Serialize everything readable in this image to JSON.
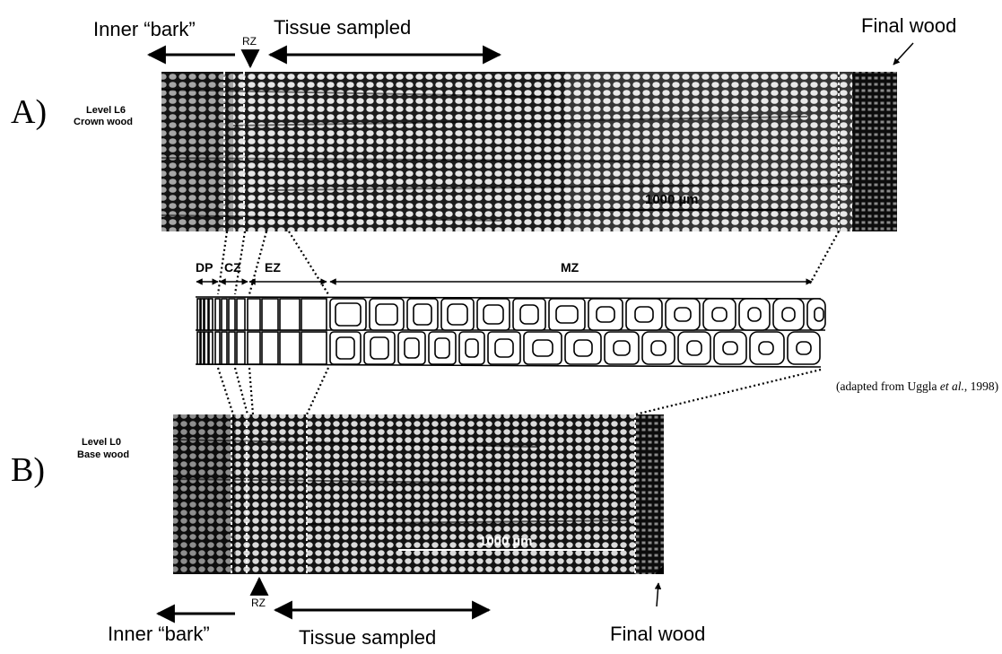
{
  "panel_a": {
    "letter": "A)",
    "level": "Level L6",
    "wood": "Crown wood",
    "scale": "1000 µm",
    "inner_bark": "Inner “bark”",
    "rz": "RZ",
    "tissue": "Tissue sampled",
    "final_wood": "Final wood"
  },
  "panel_b": {
    "letter": "B)",
    "level": "Level L0",
    "wood": "Base wood",
    "scale": "1000 µm",
    "inner_bark": "Inner “bark”",
    "rz": "RZ",
    "tissue": "Tissue sampled",
    "final_wood": "Final wood"
  },
  "zones": {
    "dp": "DP",
    "cz": "CZ",
    "ez": "EZ",
    "mz": "MZ"
  },
  "credit": {
    "prefix": "(adapted from Uggla ",
    "etal": "et al.",
    "suffix": ", 1998)"
  }
}
